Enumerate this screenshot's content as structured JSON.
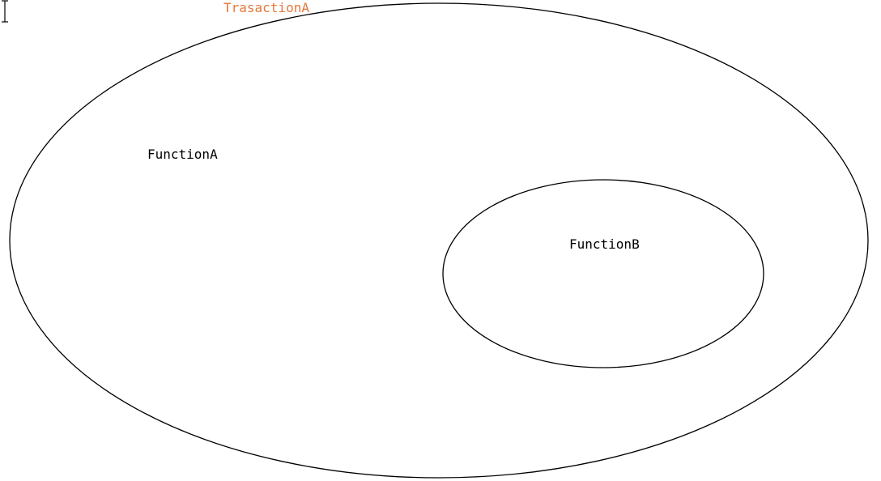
{
  "diagram": {
    "outer_ellipse": {
      "label": "TrasactionA",
      "label_color": "#e67839",
      "stroke_color": "#000000"
    },
    "inner_ellipse": {
      "stroke_color": "#000000"
    },
    "function_a": {
      "label": "FunctionA",
      "color": "#000000"
    },
    "function_b": {
      "label": "FunctionB",
      "color": "#000000"
    },
    "cursor_icon": "text-ibeam-cursor-icon"
  }
}
